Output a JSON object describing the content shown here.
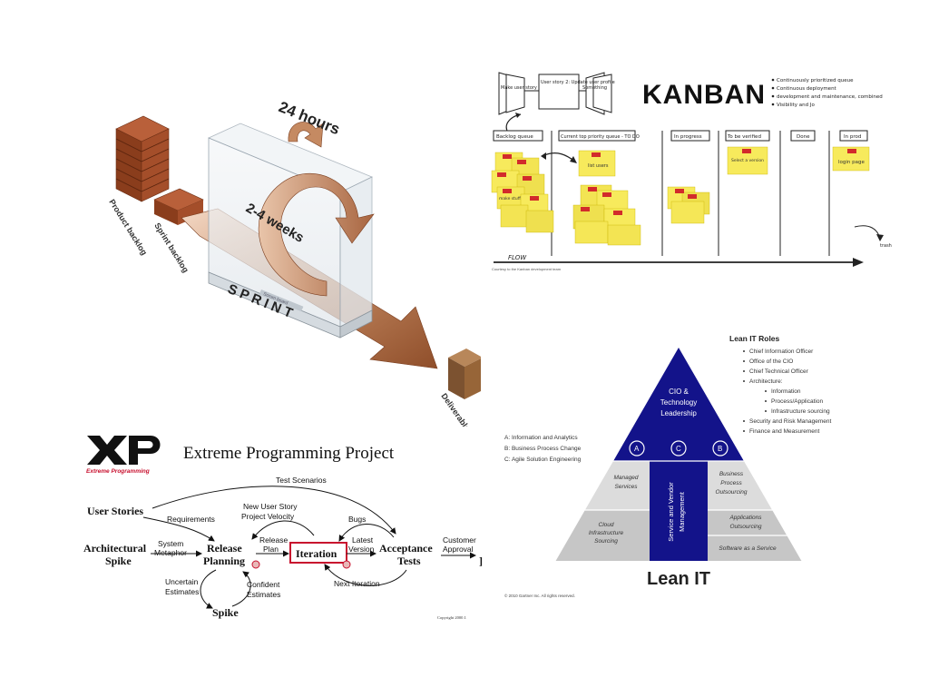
{
  "sprint": {
    "hours_label": "24 hours",
    "weeks_label": "2-4 weeks",
    "sprint_label": "S P R I N T",
    "product_backlog": "Product backlog",
    "sprint_backlog": "Sprint backlog",
    "deliverable": "Deliverable",
    "box_caption": "Scrum board"
  },
  "kanban": {
    "title": "KANBAN",
    "bullets": [
      "Continuously prioritized queue",
      "Continuous deployment",
      "development and maintenance, combined",
      "Visibility and Jo"
    ],
    "story_cards": [
      "Make user story",
      "User story 2: Update user profile",
      "Something"
    ],
    "columns": [
      "Backlog queue",
      "Current top priority queue - TO DO",
      "In progress",
      "To be verified",
      "Done",
      "In prod"
    ],
    "note_texts": [
      "list users",
      "login page",
      "make stuff",
      "Select a version"
    ],
    "flow_label": "FLOW",
    "trash_label": "trash",
    "footnote": "Courtesy to the Kanban development team"
  },
  "lean": {
    "roles_title": "Lean IT Roles",
    "roles": [
      {
        "text": "Chief Information Officer",
        "level": 1
      },
      {
        "text": "Office of the CIO",
        "level": 1
      },
      {
        "text": "Chief Technical Officer",
        "level": 1
      },
      {
        "text": "Architecture:",
        "level": 1
      },
      {
        "text": "Information",
        "level": 2
      },
      {
        "text": "Process/Application",
        "level": 2
      },
      {
        "text": "Infrastructure sourcing",
        "level": 2
      },
      {
        "text": "Security and Risk Management",
        "level": 1
      },
      {
        "text": "Finance and Measurement",
        "level": 1
      }
    ],
    "legend": [
      "A: Information and Analytics",
      "B: Business Process Change",
      "C: Agile Solution Engineering"
    ],
    "top_label": [
      "CIO &",
      "Technology",
      "Leadership"
    ],
    "circles": [
      "A",
      "C",
      "B"
    ],
    "left_sections": [
      [
        "Managed",
        "Services"
      ],
      [
        "Cloud",
        "Infrastructure",
        "Sourcing"
      ]
    ],
    "right_sections": [
      [
        "Business",
        "Process",
        "Outsourcing"
      ],
      [
        "Applications",
        "Outsourcing"
      ],
      [
        "Software as a Service"
      ]
    ],
    "center_label": [
      "Service and Vendor",
      "Management"
    ],
    "title": "Lean IT",
    "copyright": "© 2010 Gartner Inc. All rights reserved."
  },
  "xp": {
    "logo_text": "Extreme Programming",
    "title": "Extreme Programming Project",
    "nodes": {
      "user_stories": "User Stories",
      "arch_spike": [
        "Architectural",
        "Spike"
      ],
      "release_planning": [
        "Release",
        "Planning"
      ],
      "iteration": "Iteration",
      "acceptance_tests": [
        "Acceptance",
        "Tests"
      ],
      "spike": "Spike"
    },
    "edges": {
      "test_scenarios": "Test Scenarios",
      "requirements": "Requirements",
      "new_user_story": [
        "New User Story",
        "Project Velocity"
      ],
      "bugs": "Bugs",
      "system_metaphor": [
        "System",
        "Metaphor"
      ],
      "release_plan": [
        "Release",
        "Plan"
      ],
      "latest_version": [
        "Latest",
        "Version"
      ],
      "customer_approval": [
        "Customer",
        "Approval"
      ],
      "uncertain_estimates": [
        "Uncertain",
        "Estimates"
      ],
      "confident_estimates": [
        "Confident",
        "Estimates"
      ],
      "next_iteration": "Next Iteration"
    },
    "copyright": "Copyright 2000 J."
  }
}
